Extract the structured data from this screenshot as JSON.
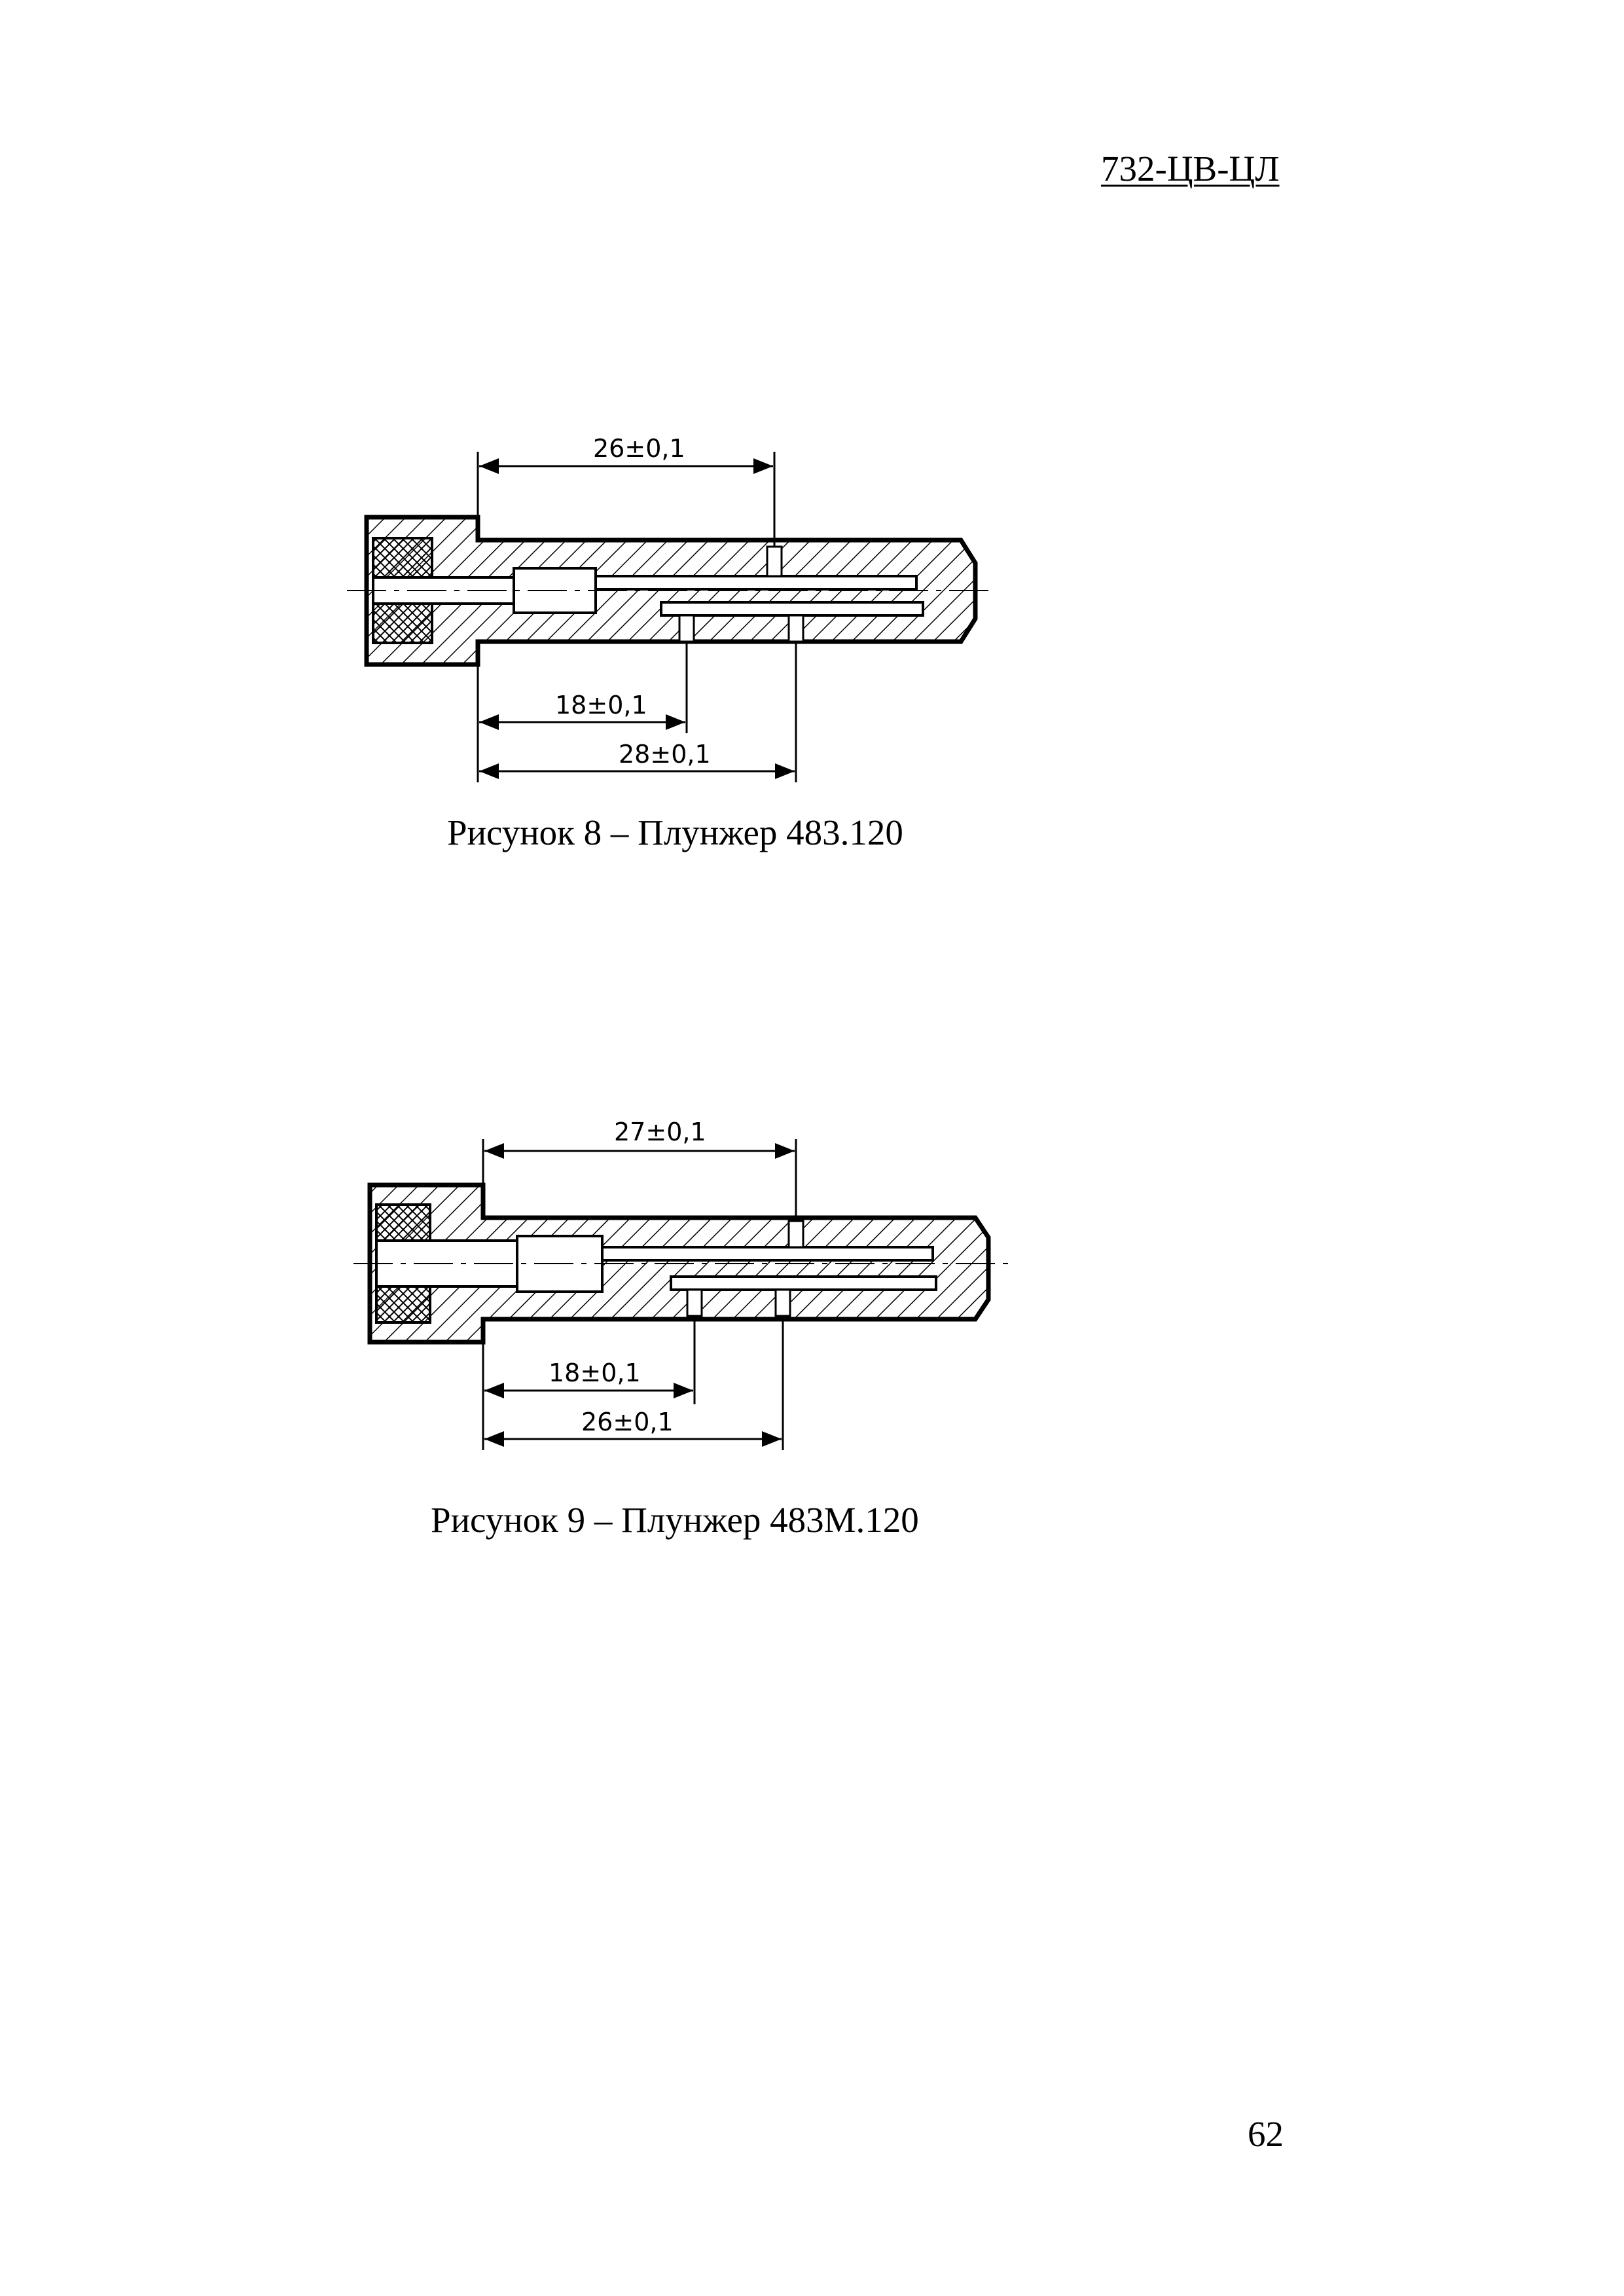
{
  "header": {
    "doc_code": "732-ЦВ-ЦЛ"
  },
  "figures": [
    {
      "caption": "Рисунок 8 – Плунжер 483.120",
      "dimensions": {
        "top": "26±0,1",
        "bottom_short": "18±0,1",
        "bottom_long": "28±0,1"
      }
    },
    {
      "caption": "Рисунок 9 – Плунжер 483М.120",
      "dimensions": {
        "top": "27±0,1",
        "bottom_short": "18±0,1",
        "bottom_long": "26±0,1"
      }
    }
  ],
  "footer": {
    "page_number": "62"
  }
}
